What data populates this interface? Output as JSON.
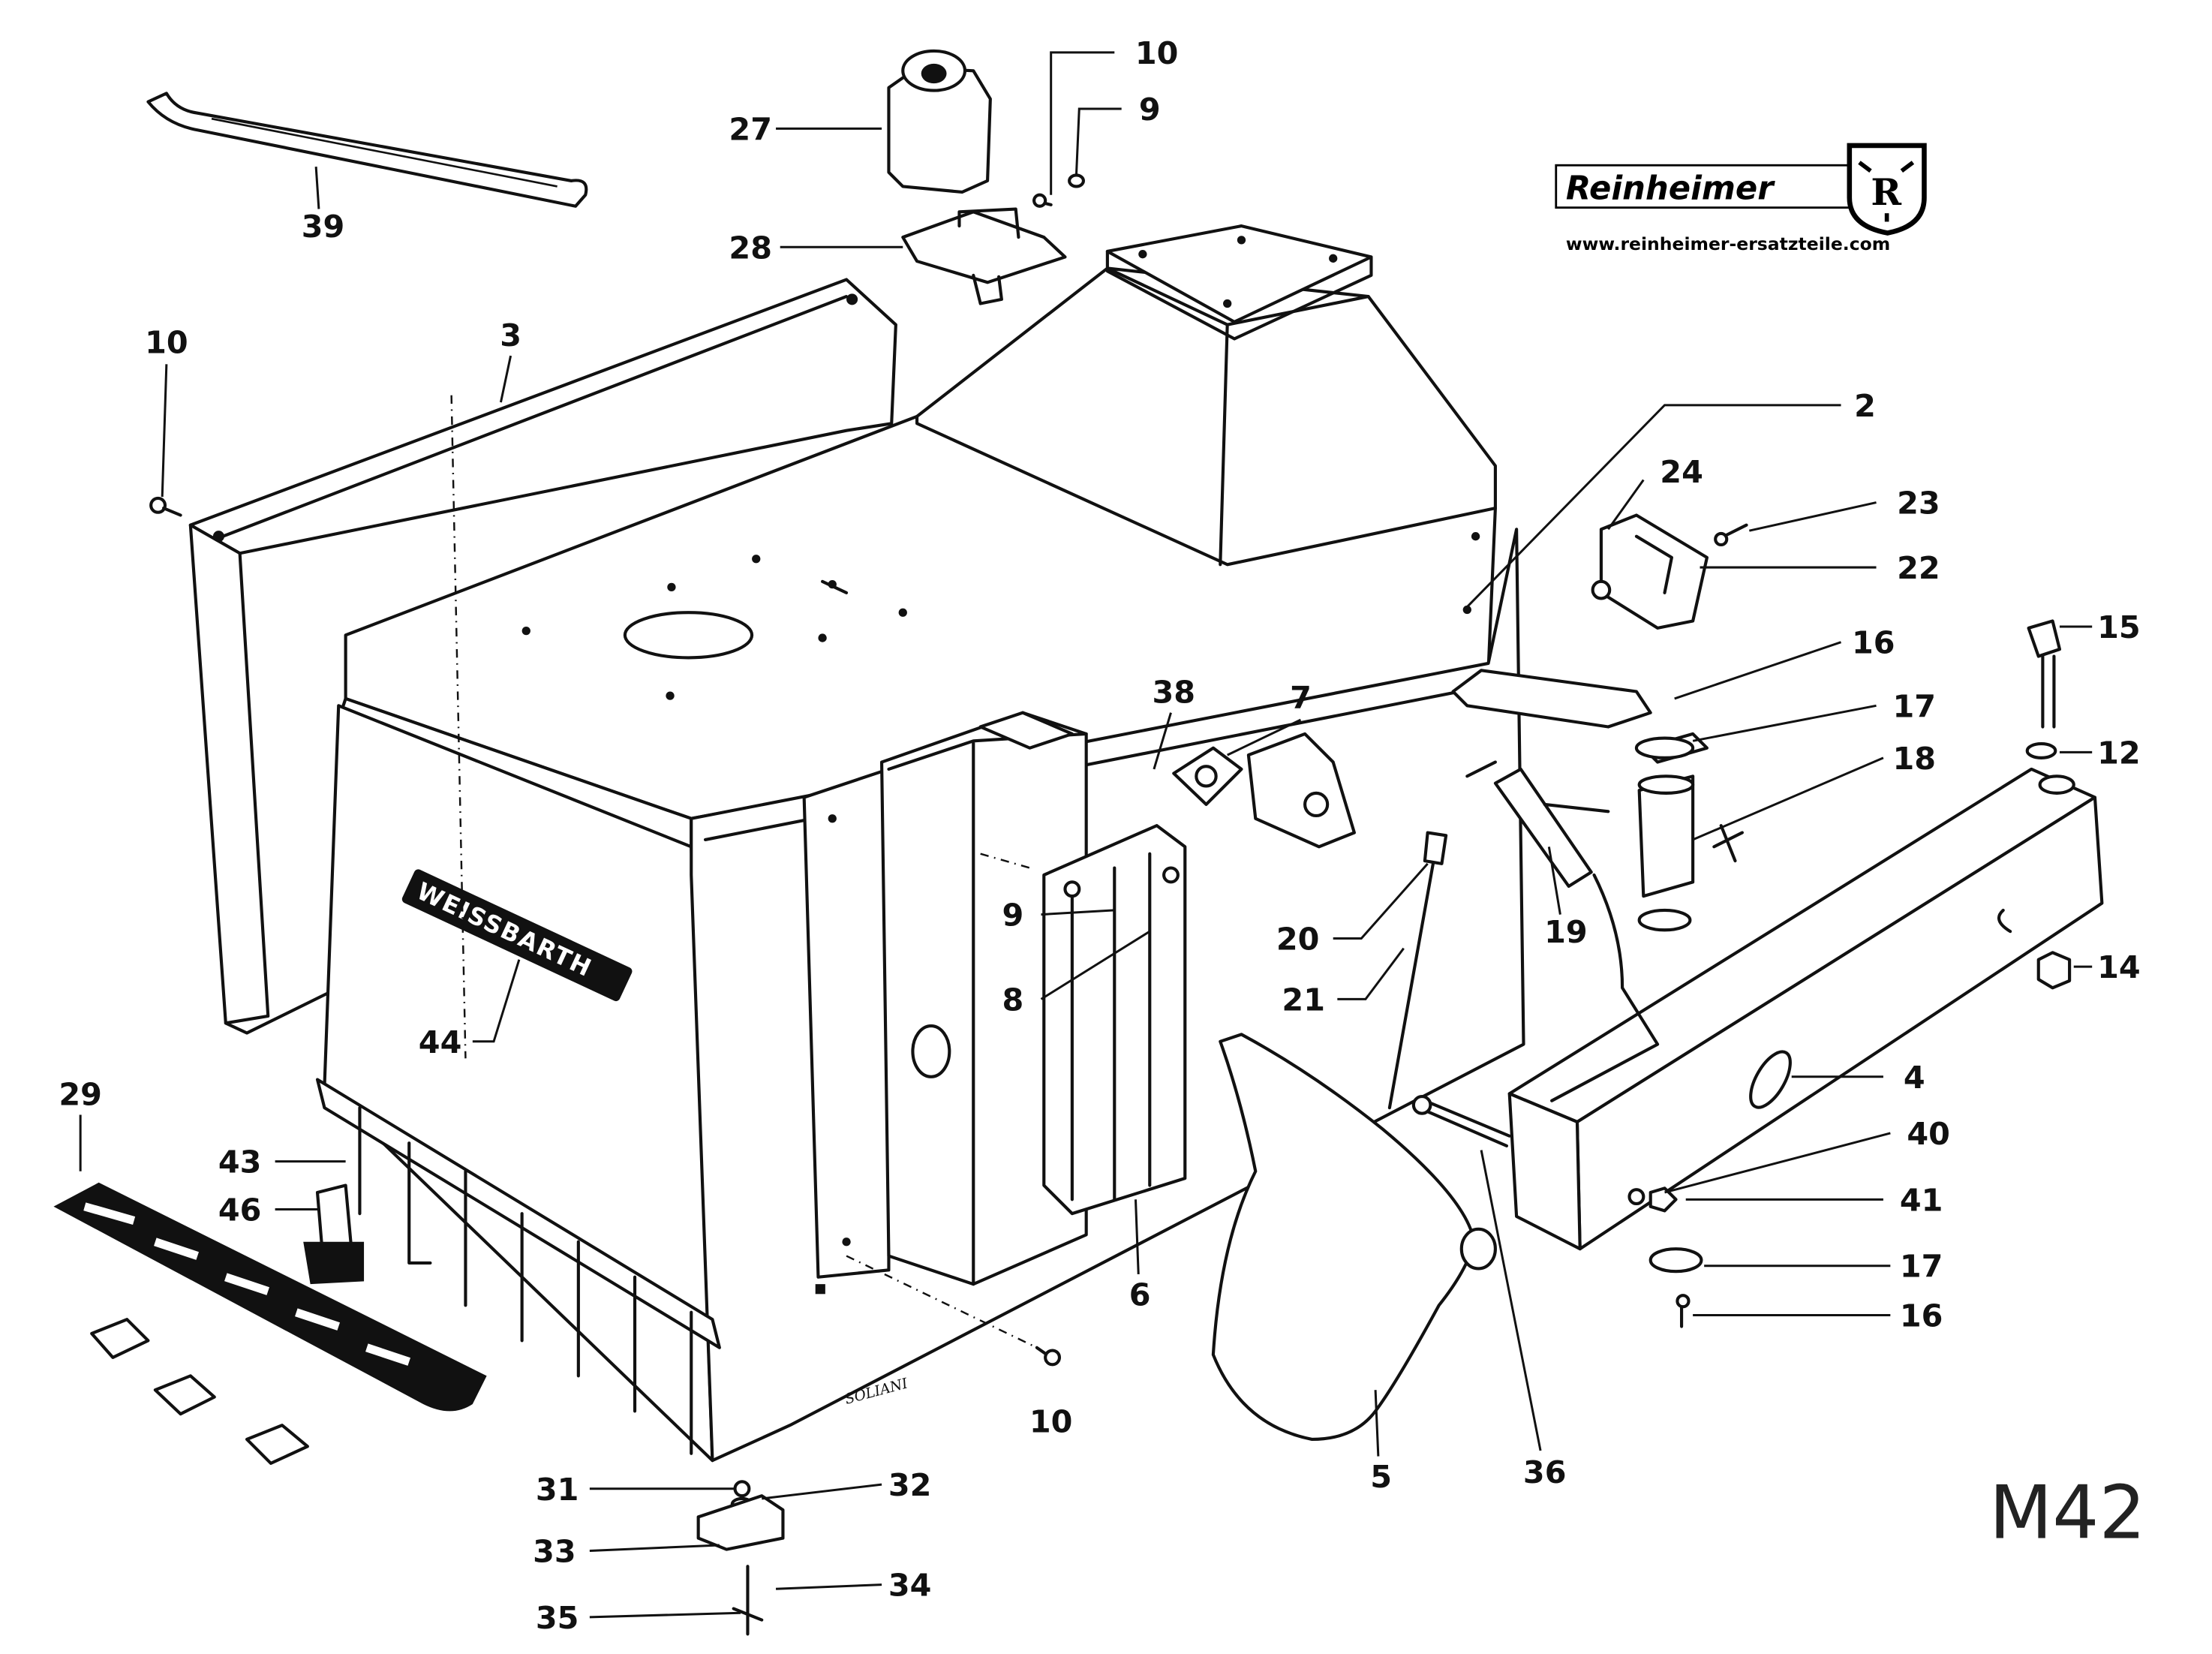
{
  "logo": {
    "brand": "Reinheimer",
    "emblem_letter": "R",
    "url": "www.reinheimer-ersatzteile.com"
  },
  "product_marking": "WEISSBARTH",
  "signature": "SOLIANI",
  "diagram_code": "M42",
  "part_labels": {
    "p10a": "10",
    "p27": "27",
    "p9a": "9",
    "p39": "39",
    "p28": "28",
    "p10b": "10",
    "p3": "3",
    "p2": "2",
    "p24": "24",
    "p23": "23",
    "p22": "22",
    "p16a": "16",
    "p15": "15",
    "p17a": "17",
    "p7": "7",
    "p38": "38",
    "p12": "12",
    "p18": "18",
    "p19": "19",
    "p20": "20",
    "p9b": "9",
    "p14": "14",
    "p8": "8",
    "p21": "21",
    "p44": "44",
    "p4": "4",
    "p29": "29",
    "p40": "40",
    "p43": "43",
    "p41": "41",
    "p46": "46",
    "p6": "6",
    "p17b": "17",
    "p16b": "16",
    "p10c": "10",
    "p36": "36",
    "p5": "5",
    "p31": "31",
    "p32": "32",
    "p33": "33",
    "p34": "34",
    "p35": "35"
  },
  "colors": {
    "ink": "#111111",
    "paper": "#ffffff"
  }
}
